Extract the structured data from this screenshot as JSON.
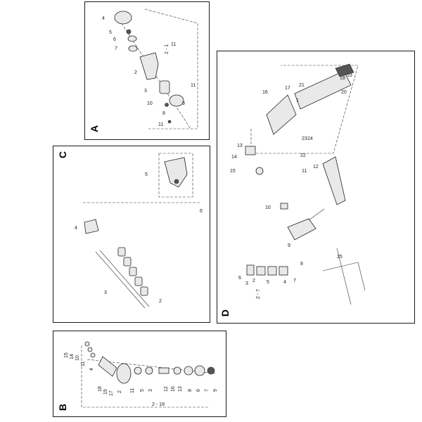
{
  "panels": [
    {
      "id": "A",
      "label": "A",
      "numbers": [
        "4",
        "5",
        "6",
        "7",
        "11",
        "2",
        "3",
        "10",
        "9",
        "8",
        "11",
        "11",
        "2 - 1"
      ]
    },
    {
      "id": "B",
      "label": "B",
      "numbers": [
        "15",
        "14",
        "10",
        "11",
        "4",
        "18",
        "19",
        "17",
        "2",
        "11",
        "5",
        "3",
        "12",
        "16",
        "13",
        "8",
        "6",
        "7",
        "9",
        "2 - 19"
      ]
    },
    {
      "id": "C",
      "label": "C",
      "numbers": [
        "5",
        "6",
        "4",
        "3",
        "2"
      ]
    },
    {
      "id": "D",
      "label": "D",
      "numbers": [
        "18",
        "19",
        "21",
        "16",
        "17",
        "20",
        "1",
        "13",
        "23",
        "24",
        "22",
        "12",
        "11",
        "14",
        "15",
        "10",
        "9",
        "8",
        "6",
        "3",
        "2",
        "5",
        "4",
        "7",
        "25",
        "2 - 7"
      ]
    }
  ]
}
